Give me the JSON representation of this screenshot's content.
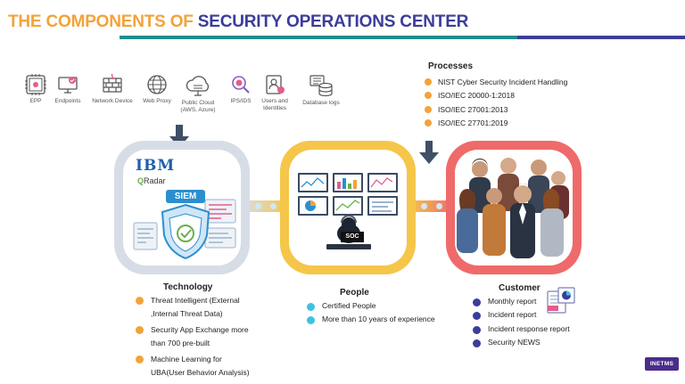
{
  "title": {
    "part1": "THE COMPONENTS OF ",
    "part2": "SECURITY OPERATIONS CENTER"
  },
  "sources": [
    {
      "label": "EPP",
      "icon": "epp-icon"
    },
    {
      "label": "Endpoints",
      "icon": "endpoints-icon"
    },
    {
      "label": "Network Device",
      "icon": "firewall-icon"
    },
    {
      "label": "Web Proxy",
      "icon": "globe-icon"
    },
    {
      "label": "Public Cloud\n(AWS, Azure)",
      "icon": "cloud-icon"
    },
    {
      "label": "IPS/IDS",
      "icon": "ips-search-icon"
    },
    {
      "label": "Users and\nIdentities",
      "icon": "user-id-icon"
    },
    {
      "label": "Database logs",
      "icon": "database-icon"
    }
  ],
  "processes": {
    "title": "Processes",
    "items": [
      "NIST Cyber Security Incident Handling",
      "ISO/IEC 20000-1:2018",
      "ISO/IEC 27001:2013",
      "ISO/IEC 27701:2019"
    ]
  },
  "technology": {
    "title": "Technology",
    "brand": "IBM",
    "product": "Radar",
    "badge": "SIEM",
    "items": [
      "Threat Intelligent (External\n,Internal Threat Data)",
      "Security App Exchange more\nthan 700 pre-built",
      "Machine Learning for\nUBA(User Behavior Analysis)"
    ]
  },
  "people": {
    "title": "People",
    "screen_label": "SOC",
    "items": [
      "Certified People",
      "More than 10 years of experience"
    ]
  },
  "customer": {
    "title": "Customer",
    "items": [
      "Monthly report",
      "Incident report",
      "Incident response report",
      "Security NEWS"
    ]
  },
  "colors": {
    "orange": "#f2a33a",
    "navy": "#3b3d9a",
    "teal": "#1f8f8c",
    "technology_frame": "#d7dde6",
    "people_frame": "#f5c64a",
    "customer_frame": "#ef6a6a",
    "people_bullet": "#3cc3e0"
  },
  "logo": "INETMS"
}
